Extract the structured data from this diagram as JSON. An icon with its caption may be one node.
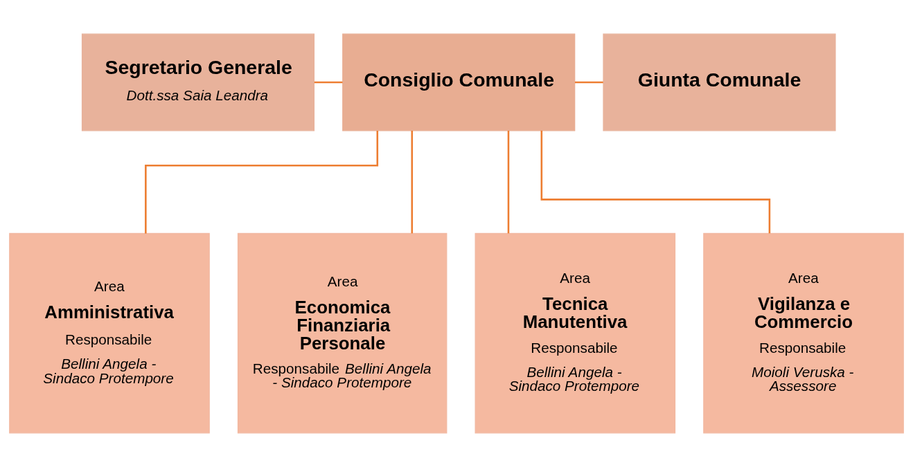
{
  "diagram": {
    "nodes": [
      {
        "text": [
          "Consiglio Comunale"
        ]
      },
      {
        "text": [
          "Segretario Generale",
          "Dott.ssa Saia Leandra"
        ]
      },
      {
        "text": [
          "Giunta Comunale"
        ]
      },
      {
        "text": [
          "Area",
          "Amministrativa",
          "Responsabile",
          "Bellini Angela - Sindaco Protempore"
        ]
      },
      {
        "text": [
          "Area",
          "Economica Finanziaria Personale",
          "Responsabile *Bellini Angela - Sindaco Protempore*"
        ]
      },
      {
        "text": [
          "Area",
          "Tecnica Manutentiva",
          "Responsabile",
          "Bellini Angela - Sindaco Protempore"
        ]
      },
      {
        "text": [
          "Area",
          "Vigilanza e Commercio",
          "Responsabile",
          "Moioli Veruska - Assessore"
        ]
      }
    ],
    "edges": [
      {
        "from": 0,
        "to": 1,
        "arrow": "none"
      },
      {
        "from": 0,
        "to": 2,
        "arrow": "none"
      },
      {
        "from": 0,
        "to": 3,
        "arrow": "none"
      },
      {
        "from": 0,
        "to": 4,
        "arrow": "none"
      },
      {
        "from": 0,
        "to": 5,
        "arrow": "none"
      },
      {
        "from": 0,
        "to": 6,
        "arrow": "none"
      }
    ]
  }
}
